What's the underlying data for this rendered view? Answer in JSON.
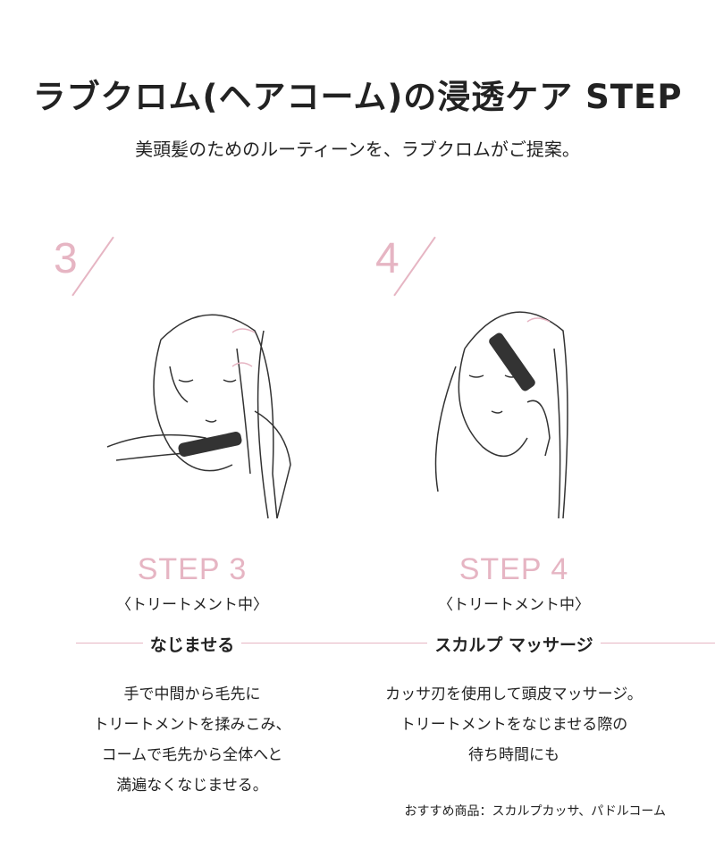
{
  "header": {
    "title": "ラブクロム(ヘアコーム)の浸透ケア STEP",
    "subtitle": "美頭髪のためのルーティーンを、ラブクロムがご提案。"
  },
  "accent_color": "#e6b5c3",
  "steps": [
    {
      "number": "3",
      "label": "STEP 3",
      "phase": "〈トリートメント中〉",
      "heading": "なじませる",
      "description": [
        "手で中間から毛先に",
        "トリートメントを揉みこみ、",
        "コームで毛先から全体へと",
        "満遍なくなじませる。"
      ]
    },
    {
      "number": "4",
      "label": "STEP 4",
      "phase": "〈トリートメント中〉",
      "heading": "スカルプ マッサージ",
      "description": [
        "カッサ刃を使用して頭皮マッサージ。",
        "トリートメントをなじませる際の",
        "待ち時間にも"
      ],
      "recommendation": "おすすめ商品：スカルプカッサ、パドルコーム"
    }
  ]
}
